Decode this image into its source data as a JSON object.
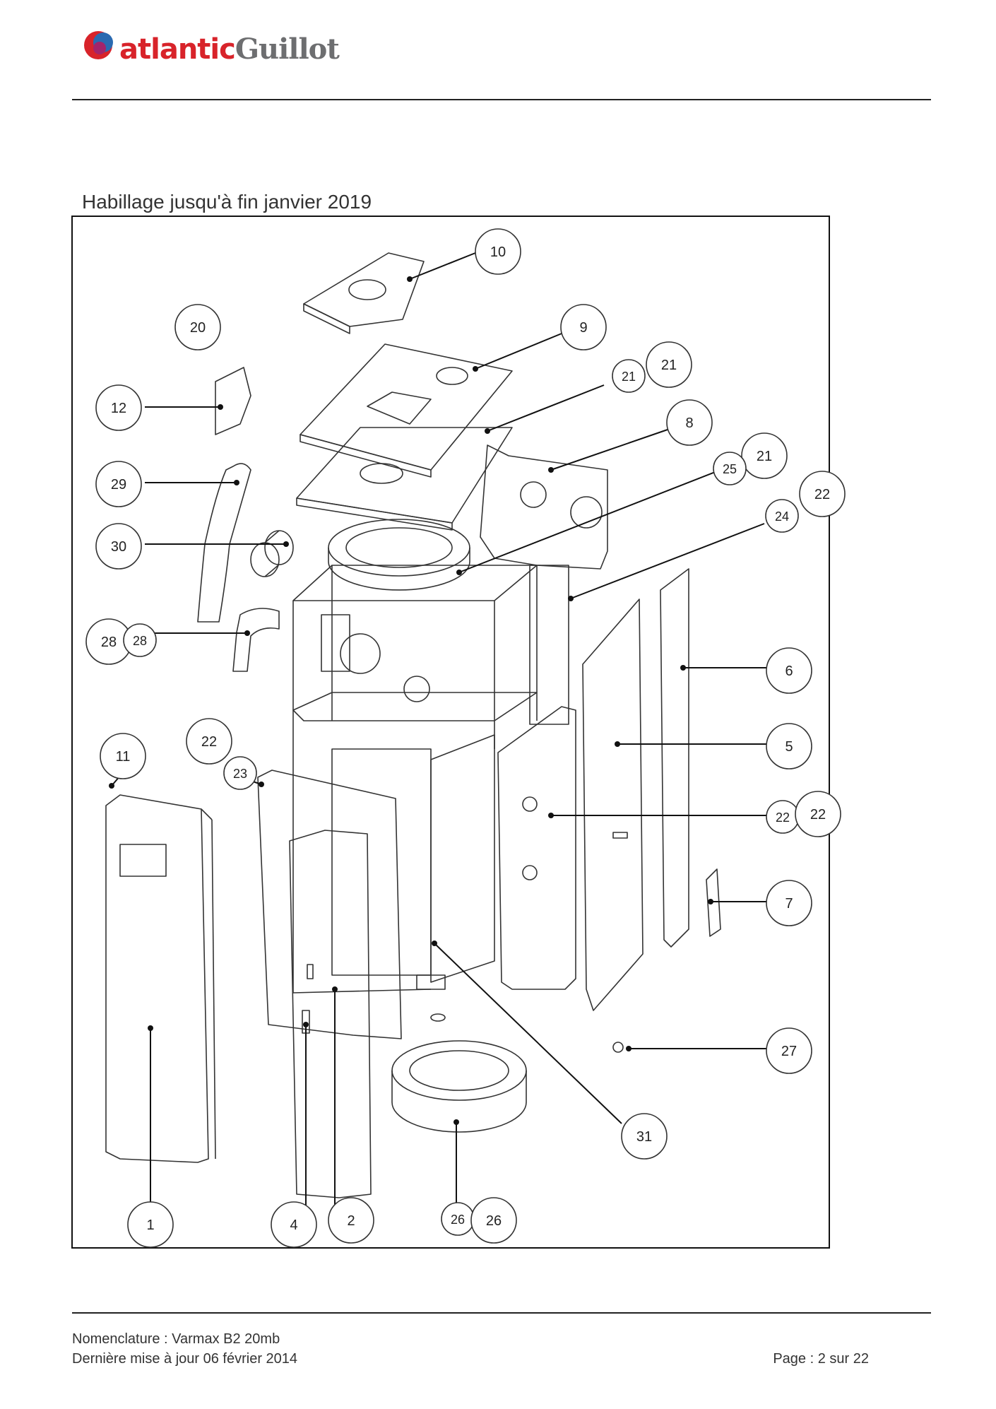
{
  "header": {
    "logo": {
      "brand_primary": "atlantic",
      "brand_secondary": "Guillot",
      "colors": {
        "red": "#d8232a",
        "blue": "#2a6ab1",
        "grey": "#6d6e70"
      }
    }
  },
  "section": {
    "title": "Habillage jusqu'à fin janvier 2019"
  },
  "diagram": {
    "callouts": [
      "10",
      "20",
      "9",
      "21",
      "21",
      "12",
      "8",
      "29",
      "21",
      "25",
      "22",
      "24",
      "30",
      "28",
      "28",
      "6",
      "5",
      "11",
      "22",
      "23",
      "22",
      "22",
      "7",
      "27",
      "31",
      "1",
      "4",
      "2",
      "26",
      "26"
    ]
  },
  "footer": {
    "nomenclature": "Nomenclature : Varmax B2 20mb",
    "updated": "Dernière mise à jour 06 février 2014",
    "page": "Page : 2 sur 22"
  }
}
